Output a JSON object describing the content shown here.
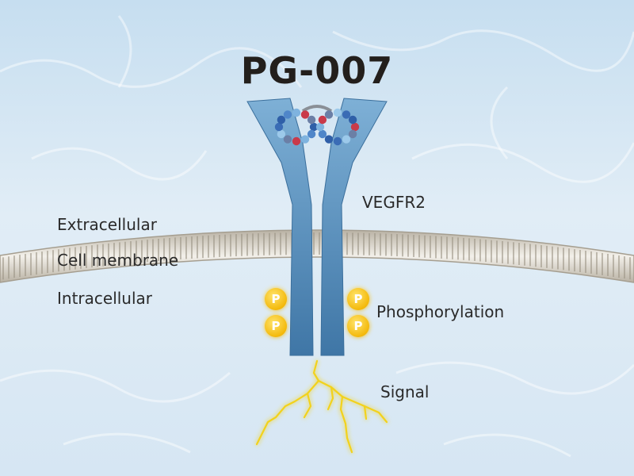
{
  "title": "PG-007",
  "labels": {
    "extracellular": "Extracellular",
    "membrane": "Cell membrane",
    "intracellular": "Intracellular",
    "receptor": "VEGFR2",
    "phosphorylation": "Phosphorylation",
    "signal": "Signal"
  },
  "phospho_symbol": "P",
  "colors": {
    "receptor": "#5b95c2",
    "receptor_dark": "#3f76a6",
    "phospho": "#f6c21a",
    "signal": "#f2d21c",
    "membrane": "#c9c2b4",
    "background_top": "#cfe3f2",
    "background_bottom": "#e9f1f8"
  }
}
